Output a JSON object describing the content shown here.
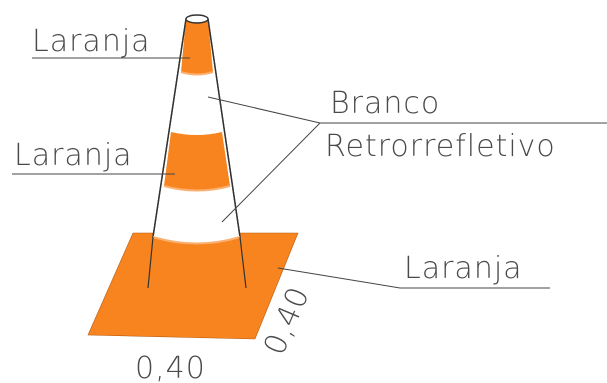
{
  "labels": {
    "top_orange": "Laranja",
    "middle_orange": "Laranja",
    "white_line1": "Branco",
    "white_line2": "Retrorrefletivo",
    "base_orange": "Laranja",
    "dimension_front": "0,40",
    "dimension_side": "0,40"
  },
  "colors": {
    "orange": "#F7841F",
    "orange_highlight": "#FBB070",
    "white": "#FFFFFF",
    "outline": "#333333",
    "text": "#4a4a4a"
  }
}
